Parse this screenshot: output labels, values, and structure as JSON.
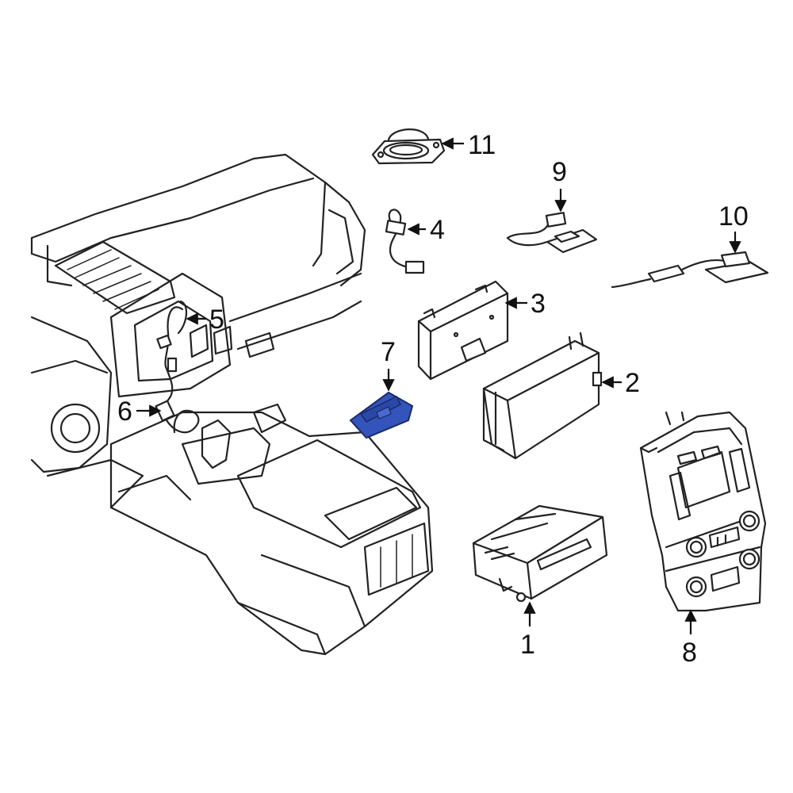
{
  "callouts": [
    {
      "id": "1",
      "label": "1"
    },
    {
      "id": "2",
      "label": "2"
    },
    {
      "id": "3",
      "label": "3"
    },
    {
      "id": "4",
      "label": "4"
    },
    {
      "id": "5",
      "label": "5"
    },
    {
      "id": "6",
      "label": "6"
    },
    {
      "id": "7",
      "label": "7"
    },
    {
      "id": "8",
      "label": "8"
    },
    {
      "id": "9",
      "label": "9"
    },
    {
      "id": "10",
      "label": "10"
    },
    {
      "id": "11",
      "label": "11"
    }
  ],
  "colors": {
    "highlight": "#3355bb",
    "line": "#222222",
    "background": "#ffffff"
  },
  "highlighted_part": "7"
}
